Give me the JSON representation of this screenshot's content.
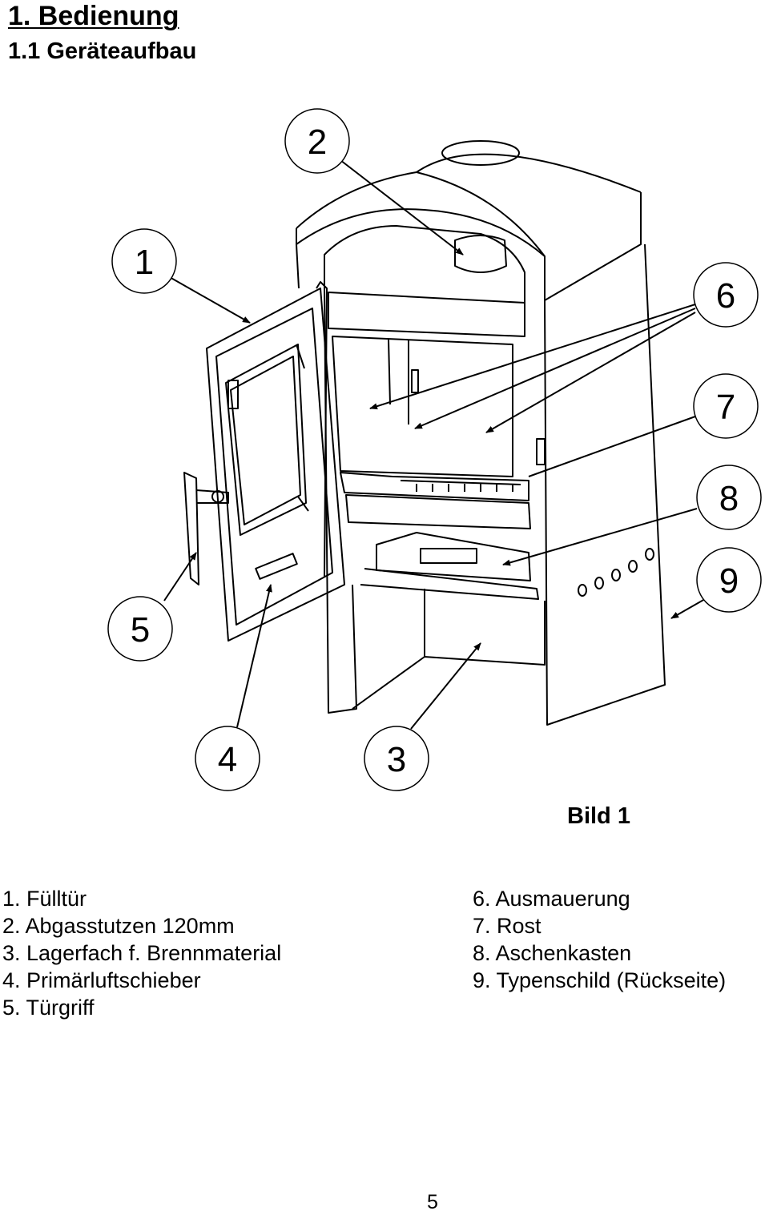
{
  "heading": {
    "chapter": "1. Bedienung",
    "section": "1.1 Geräteaufbau"
  },
  "figure": {
    "caption": "Bild 1",
    "callouts": [
      "1",
      "2",
      "3",
      "4",
      "5",
      "6",
      "7",
      "8",
      "9"
    ]
  },
  "legend": {
    "left": [
      "1. Fülltür",
      "2. Abgasstutzen 120mm",
      "3. Lagerfach f. Brennmaterial",
      "4. Primärluftschieber",
      "5. Türgriff"
    ],
    "right": [
      "6. Ausmauerung",
      "7. Rost",
      "8. Aschenkasten",
      "9. Typenschild (Rückseite)"
    ]
  },
  "page_number": "5"
}
